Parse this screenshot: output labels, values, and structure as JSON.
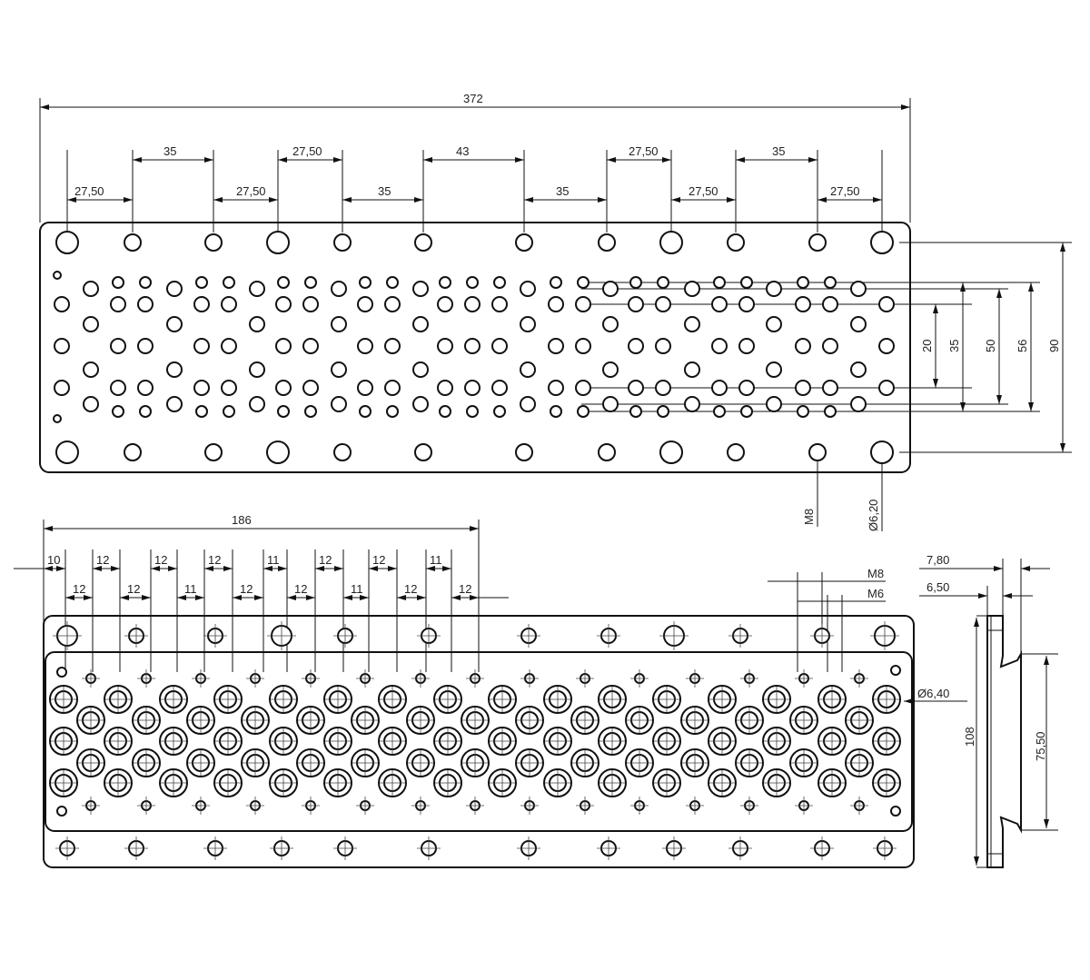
{
  "top_view": {
    "overall_width": "372",
    "chain_upper": [
      "35",
      "27,50",
      "43",
      "27,50",
      "35"
    ],
    "chain_lower": [
      "27,50",
      "27,50",
      "35",
      "35",
      "27,50",
      "27,50"
    ],
    "vertical": [
      "20",
      "35",
      "50",
      "56",
      "90"
    ],
    "callouts": [
      "M8",
      "Ø6,20"
    ]
  },
  "bottom_view": {
    "half_width": "186",
    "chain_upper": [
      "10",
      "12",
      "12",
      "12",
      "11",
      "12",
      "12",
      "11"
    ],
    "chain_lower": [
      "12",
      "12",
      "11",
      "12",
      "12",
      "11",
      "12",
      "12"
    ],
    "callouts": [
      "M8",
      "M6",
      "Ø6,40"
    ]
  },
  "side_view": {
    "dims": [
      "7,80",
      "6,50",
      "108",
      "75,50"
    ]
  }
}
